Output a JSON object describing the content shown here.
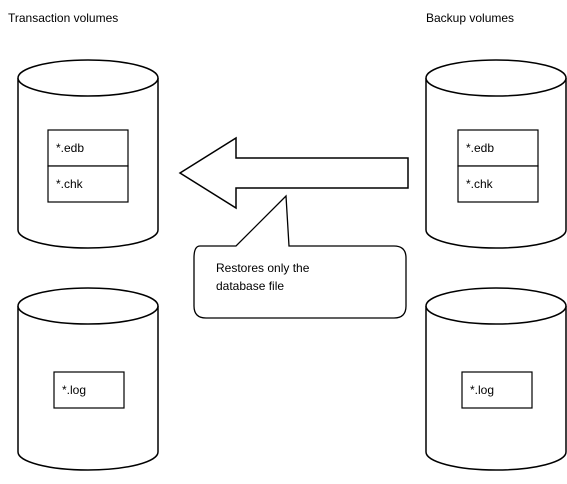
{
  "headings": {
    "transaction": "Transaction volumes",
    "backup": "Backup volumes"
  },
  "volumes": {
    "transaction_db": {
      "files": [
        "*.edb",
        "*.chk"
      ]
    },
    "transaction_log": {
      "files": [
        "*.log"
      ]
    },
    "backup_db": {
      "files": [
        "*.edb",
        "*.chk"
      ]
    },
    "backup_log": {
      "files": [
        "*.log"
      ]
    }
  },
  "callout": {
    "lines": [
      "Restores only the",
      "database file"
    ]
  },
  "arrow": {
    "direction": "left",
    "meaning": "restore from backup to transaction volume"
  },
  "colors": {
    "stroke": "#000000",
    "fill": "#ffffff",
    "text": "#000000"
  }
}
